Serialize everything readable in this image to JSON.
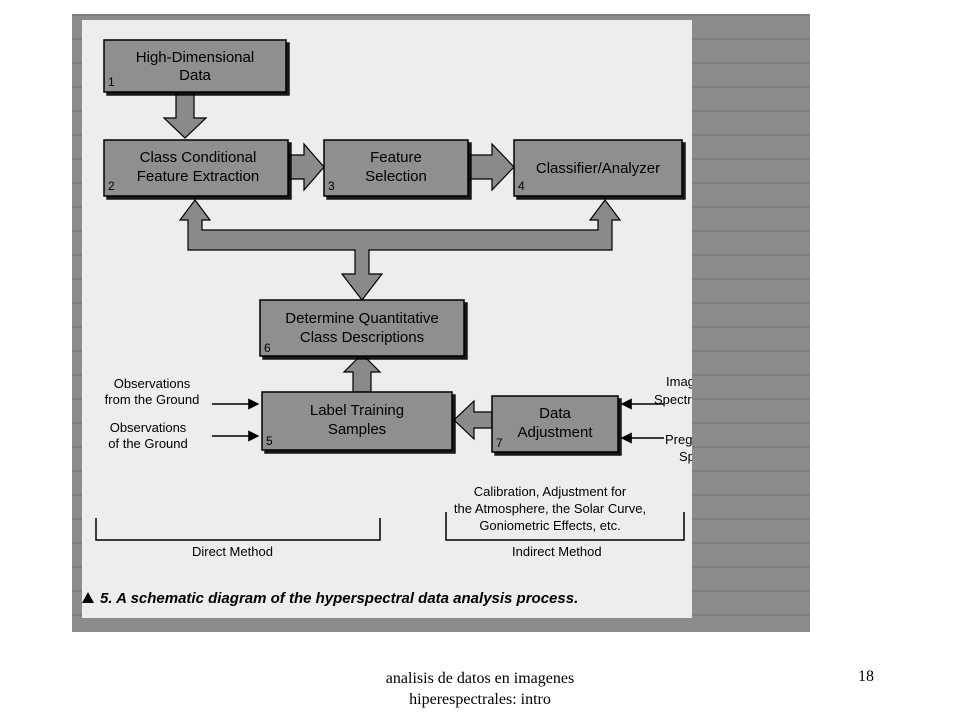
{
  "diagram": {
    "boxes": {
      "b1": {
        "num": "1",
        "line1": "High-Dimensional",
        "line2": "Data"
      },
      "b2": {
        "num": "2",
        "line1": "Class Conditional",
        "line2": "Feature Extraction"
      },
      "b3": {
        "num": "3",
        "line1": "Feature",
        "line2": "Selection"
      },
      "b4": {
        "num": "4",
        "line1": "Classifier/Analyzer"
      },
      "b5": {
        "num": "5",
        "line1": "Label Training",
        "line2": "Samples"
      },
      "b6": {
        "num": "6",
        "line1": "Determine Quantitative",
        "line2": "Class Descriptions"
      },
      "b7": {
        "num": "7",
        "line1": "Data",
        "line2": "Adjustment"
      }
    },
    "inputs_left": {
      "obs_from": {
        "line1": "Observations",
        "line2": "from the Ground"
      },
      "obs_of": {
        "line1": "Observations",
        "line2": "of the Ground"
      }
    },
    "inputs_right": {
      "imaging": {
        "line1": "Imaging",
        "line2": "Spectroscopy"
      },
      "pregathered": {
        "line1": "Pregathered",
        "line2": "Spectra"
      }
    },
    "calibration": {
      "line1": "Calibration, Adjustment for",
      "line2": "the Atmosphere, the Solar Curve,",
      "line3": "Goniometric Effects, etc."
    },
    "direct_method": "Direct Method",
    "indirect_method": "Indirect Method",
    "caption": "5. A schematic diagram of the hyperspectral data analysis process."
  },
  "footer": {
    "line1": "analisis de datos en imagenes",
    "line2": "hiperespectrales: intro"
  },
  "page_number": "18",
  "colors": {
    "box_fill": "#8f8f8f",
    "arrow_fill": "#8a8a8a",
    "figure_bg": "#ededed"
  }
}
